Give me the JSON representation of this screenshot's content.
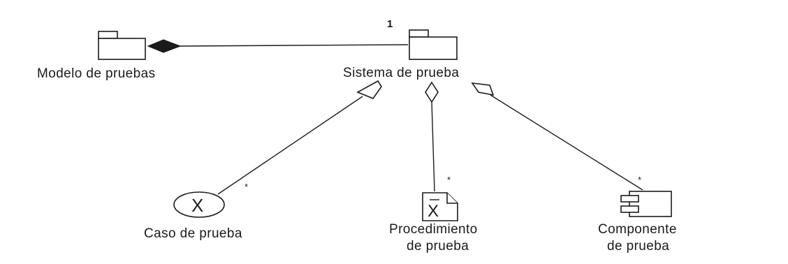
{
  "diagram": {
    "nodes": {
      "modelo": {
        "label": "Modelo de pruebas"
      },
      "sistema": {
        "label": "Sistema de prueba"
      },
      "caso": {
        "label": "Caso de prueba"
      },
      "procedimiento": {
        "label_line1": "Procedimiento",
        "label_line2": "de prueba"
      },
      "componente": {
        "label_line1": "Componente",
        "label_line2": "de prueba"
      }
    },
    "multiplicities": {
      "sistema_top": "1",
      "caso": "*",
      "procedimiento": "*",
      "componente": "*"
    },
    "icon_marks": {
      "caso": "X",
      "procedimiento": "X"
    }
  }
}
